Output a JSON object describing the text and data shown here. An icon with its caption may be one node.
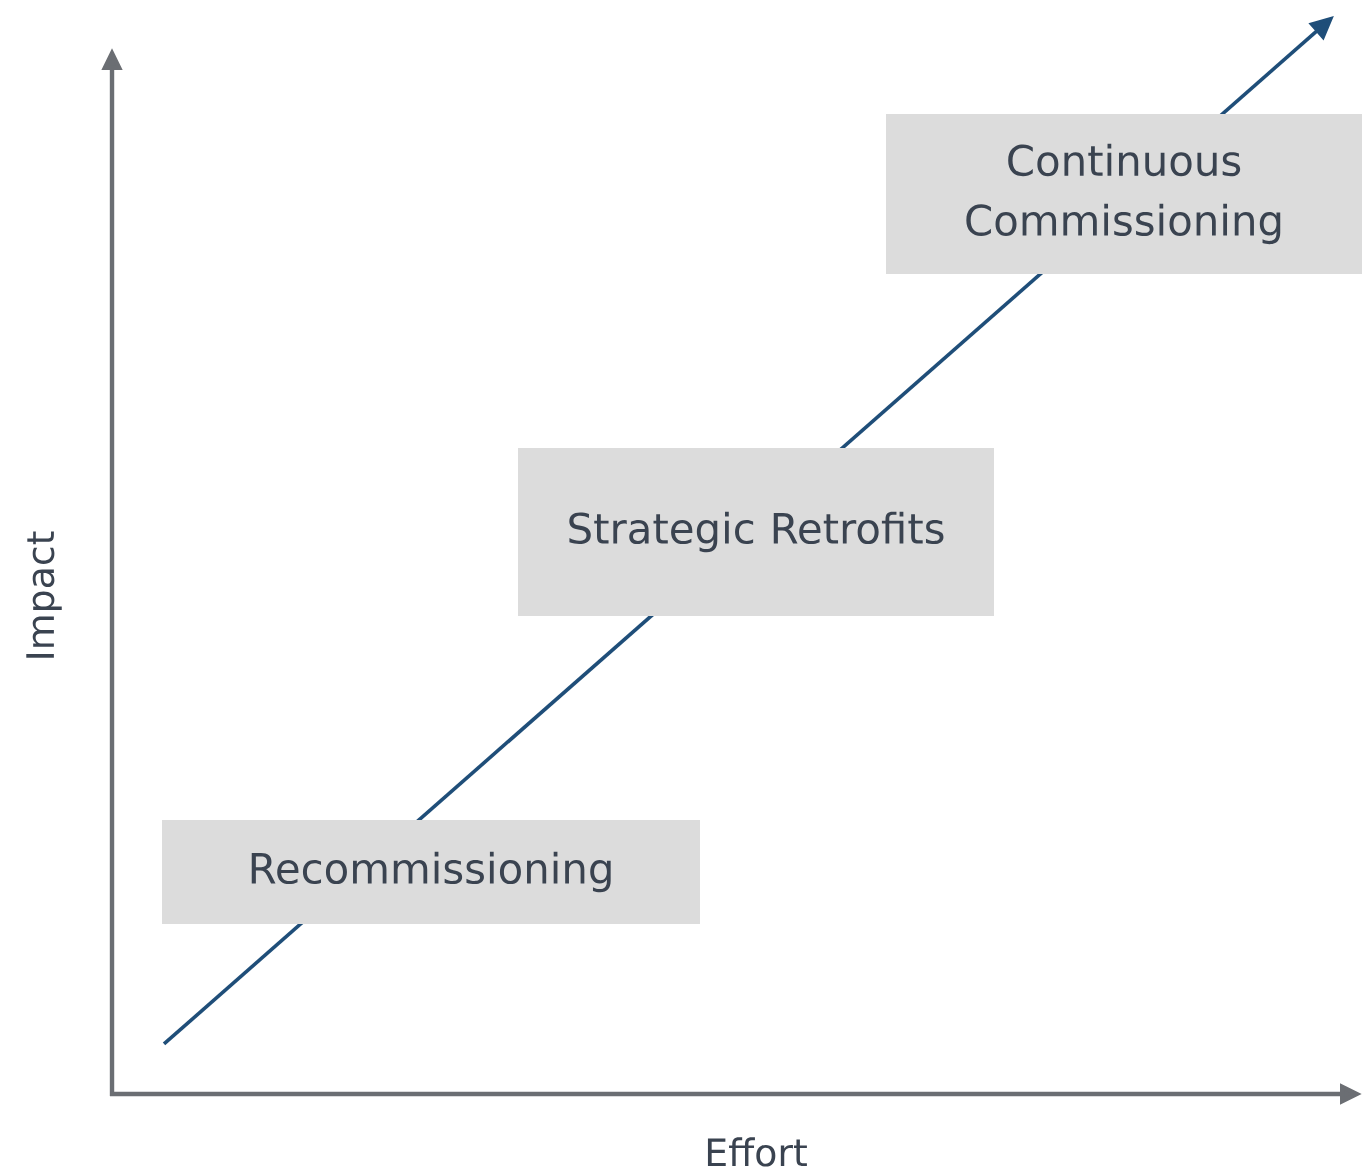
{
  "diagram": {
    "nodes": [
      {
        "text": [
          "Continuous Commissioning"
        ]
      },
      {
        "text": [
          "Strategic Retrofits"
        ]
      },
      {
        "text": [
          "Recommissioning"
        ]
      }
    ],
    "labels": [
      "Impact",
      "Effort"
    ]
  }
}
